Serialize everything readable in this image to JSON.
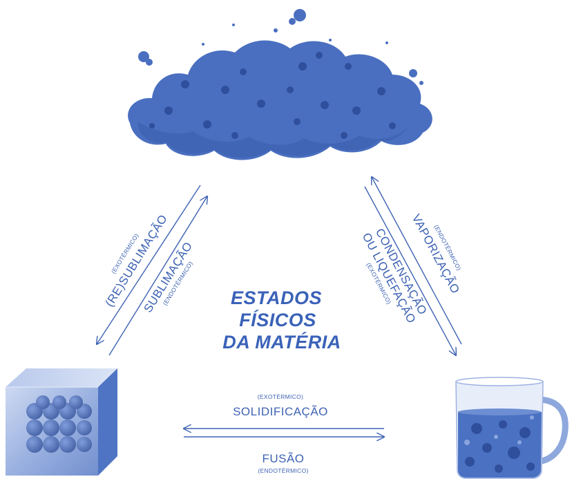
{
  "title": {
    "line1": "ESTADOS",
    "line2": "FÍSICOS",
    "line3": "DA MATÉRIA"
  },
  "states": [
    {
      "name": "gas",
      "icon": "cloud-gas-icon"
    },
    {
      "name": "solid",
      "icon": "ice-cube-icon"
    },
    {
      "name": "liquid",
      "icon": "liquid-mug-icon"
    }
  ],
  "transitions": {
    "resublimacao": {
      "label": "(RE)SUBLIMAÇÃO",
      "type": "(EXOTÉRMICO)"
    },
    "sublimacao": {
      "label": "SUBLIMAÇÃO",
      "type": "(ENDOTÉRMICO)"
    },
    "vaporizacao": {
      "label": "VAPORIZAÇÃO",
      "type": "(ENDOTÉRMICO)"
    },
    "condensacao": {
      "line1": "CONDENSAÇÃO",
      "line2": "OU LIQUEFAÇÃO",
      "type": "(EXOTÉRMICO)"
    },
    "solidificacao": {
      "label": "SOLIDIFICAÇÃO",
      "type": "(EXOTÉRMICO)"
    },
    "fusao": {
      "label": "FUSÃO",
      "type": "(ENDOTÉRMICO)"
    }
  },
  "colors": {
    "primary": "#3d62b3",
    "cloud": "#4a6fc0",
    "cloud_dark": "#3457a6",
    "ice_light": "#a9bce6",
    "ice_mid": "#6f8fd3",
    "liquid": "#4b71c2"
  }
}
